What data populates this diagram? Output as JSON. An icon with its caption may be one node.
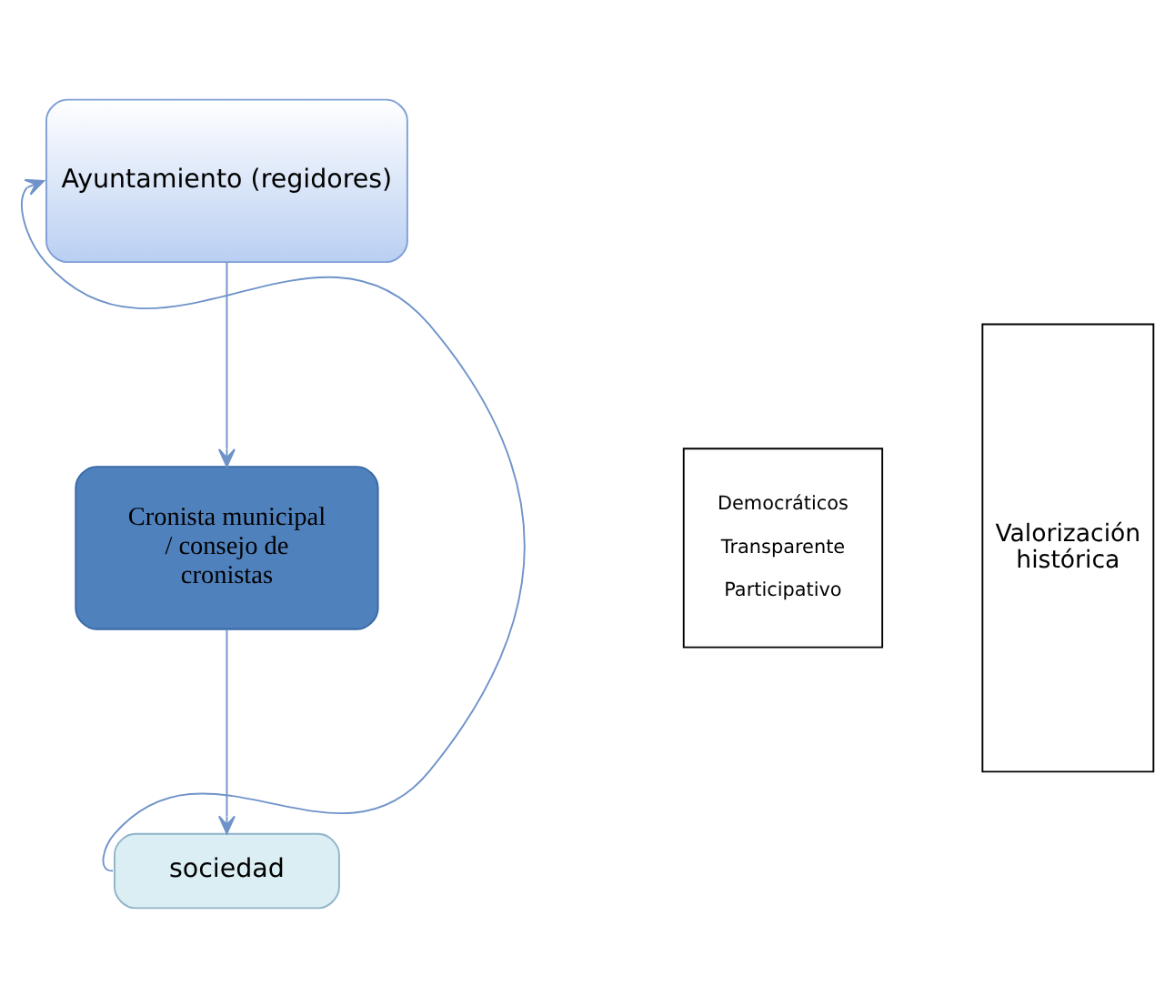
{
  "diagram": {
    "nodes": [
      {
        "text": [
          "Ayuntamiento (regidores)"
        ]
      },
      {
        "text": [
          "Cronista municipal / consejo de cronistas"
        ]
      },
      {
        "text": [
          "sociedad"
        ]
      },
      {
        "text": [
          "Democráticos",
          "Transparente",
          "Participativo"
        ]
      },
      {
        "text": [
          "Valorización histórica"
        ]
      }
    ],
    "edges": [
      {
        "from": 0,
        "to": 1,
        "arrow": "to"
      },
      {
        "from": 1,
        "to": 2,
        "arrow": "to"
      },
      {
        "from": 2,
        "to": 0,
        "arrow": "to"
      }
    ]
  }
}
